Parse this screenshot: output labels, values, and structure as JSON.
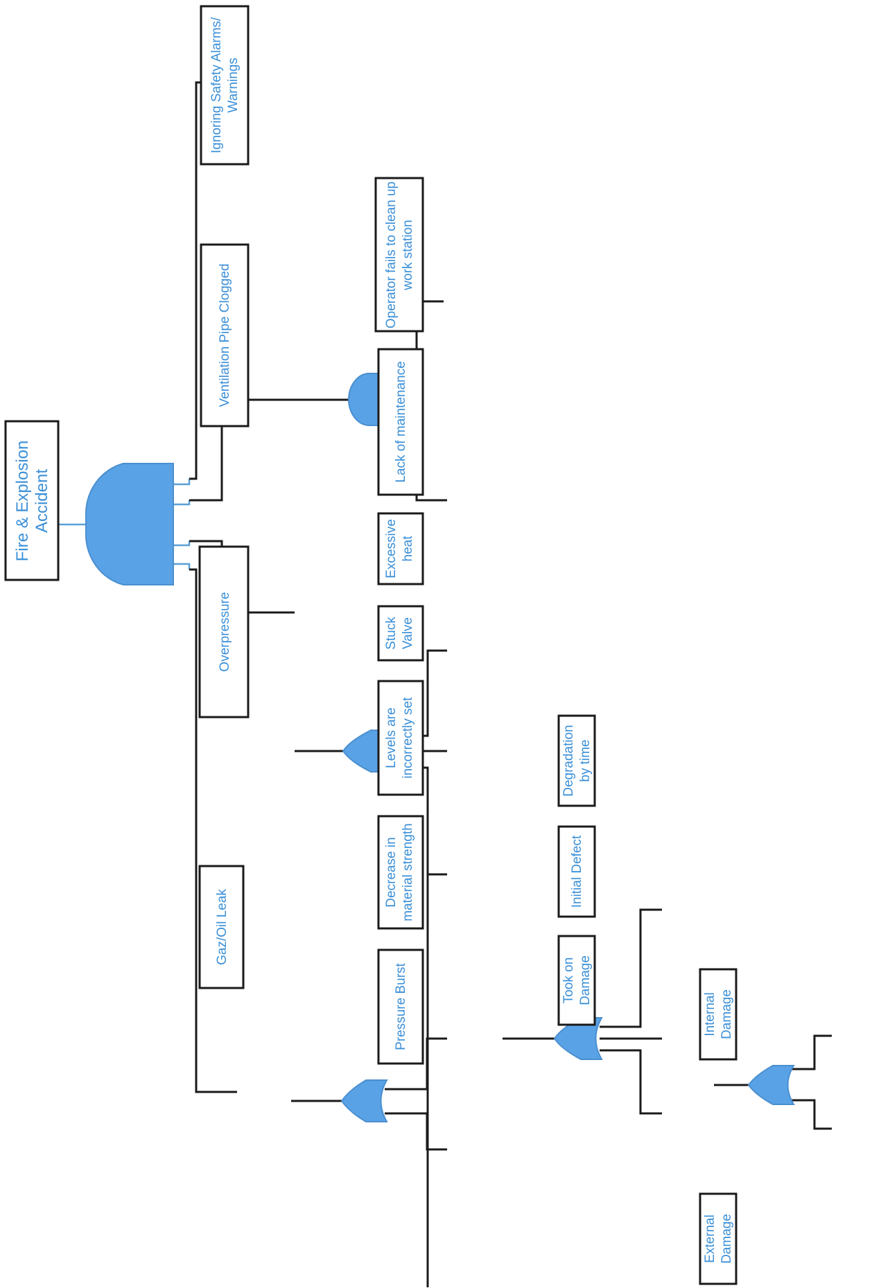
{
  "root": {
    "line1": "Fire & Explosion",
    "line2": "Accident"
  },
  "events": {
    "ignoring_alarms": {
      "line1": "Ignoring Safety Alarms/",
      "line2": "Warnings"
    },
    "ventilation": {
      "line1": "Ventilation Pipe Clogged"
    },
    "operator_fails": {
      "line1": "Operator fails to clean up",
      "line2": "work station"
    },
    "lack_maintenance": {
      "line1": "Lack of maintenance"
    },
    "overpressure": {
      "line1": "Overpressure"
    },
    "excessive_heat": {
      "line1": "Excessive",
      "line2": "heat"
    },
    "stuck_valve": {
      "line1": "Stuck",
      "line2": "Valve"
    },
    "levels_incorrect": {
      "line1": "Levels are",
      "line2": "incorrectly set"
    },
    "gaz_oil_leak": {
      "line1": "Gaz/Oil Leak"
    },
    "decrease_strength": {
      "line1": "Decrease in",
      "line2": "material strength"
    },
    "pressure_burst": {
      "line1": "Pressure Burst"
    },
    "degradation": {
      "line1": "Degradation",
      "line2": "by time"
    },
    "initial_defect": {
      "line1": "Initial Defect"
    },
    "took_damage": {
      "line1": "Took on",
      "line2": "Damage"
    },
    "internal_damage": {
      "line1": "Internal",
      "line2": "Damage"
    },
    "external_damage": {
      "line1": "External",
      "line2": "Damage"
    }
  },
  "colors": {
    "gate": "#5aa2e6",
    "text": "#3a8fd8",
    "line": "#1a1a1a"
  }
}
